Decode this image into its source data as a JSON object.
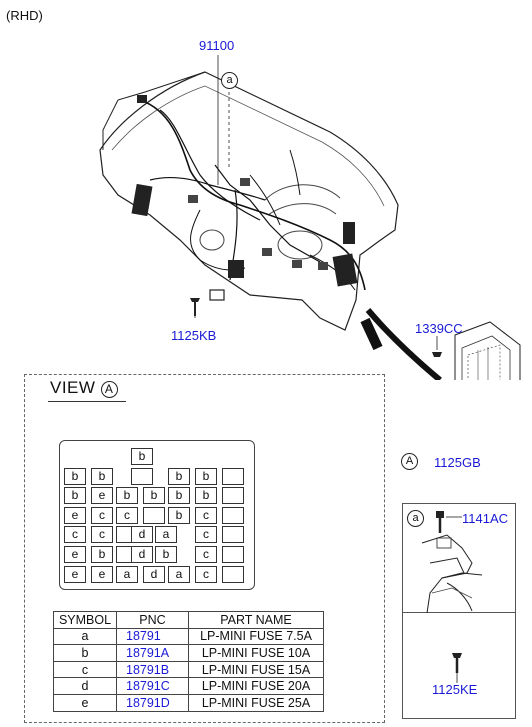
{
  "header": {
    "rhd_label": "(RHD)"
  },
  "callouts": {
    "main_harness": "91100",
    "bolt_left": "1125KB",
    "fuse_box_bolt_top": "1339CC",
    "fuse_box_bolt_bottom": "1125GB",
    "detail_a_bolt": "1141AC",
    "detail_b_bolt": "1125KE"
  },
  "markers": {
    "a": "a",
    "A": "A"
  },
  "view": {
    "title": "VIEW",
    "ref": "A"
  },
  "fuse_cells": [
    "b",
    "b",
    "b",
    "b",
    "b",
    "b",
    "e",
    "b",
    "b",
    "b",
    "b",
    "e",
    "c",
    "c",
    "b",
    "c",
    "c",
    "c",
    "d",
    "a",
    "c",
    "e",
    "b",
    "d",
    "b",
    "c",
    "e",
    "e",
    "a",
    "d",
    "a",
    "c"
  ],
  "parts_table": {
    "headers": [
      "SYMBOL",
      "PNC",
      "PART NAME"
    ],
    "rows": [
      {
        "symbol": "a",
        "pnc": "18791",
        "name": "LP-MINI FUSE 7.5A"
      },
      {
        "symbol": "b",
        "pnc": "18791A",
        "name": "LP-MINI FUSE 10A"
      },
      {
        "symbol": "c",
        "pnc": "18791B",
        "name": "LP-MINI FUSE 15A"
      },
      {
        "symbol": "d",
        "pnc": "18791C",
        "name": "LP-MINI FUSE 20A"
      },
      {
        "symbol": "e",
        "pnc": "18791D",
        "name": "LP-MINI FUSE 25A"
      }
    ]
  }
}
